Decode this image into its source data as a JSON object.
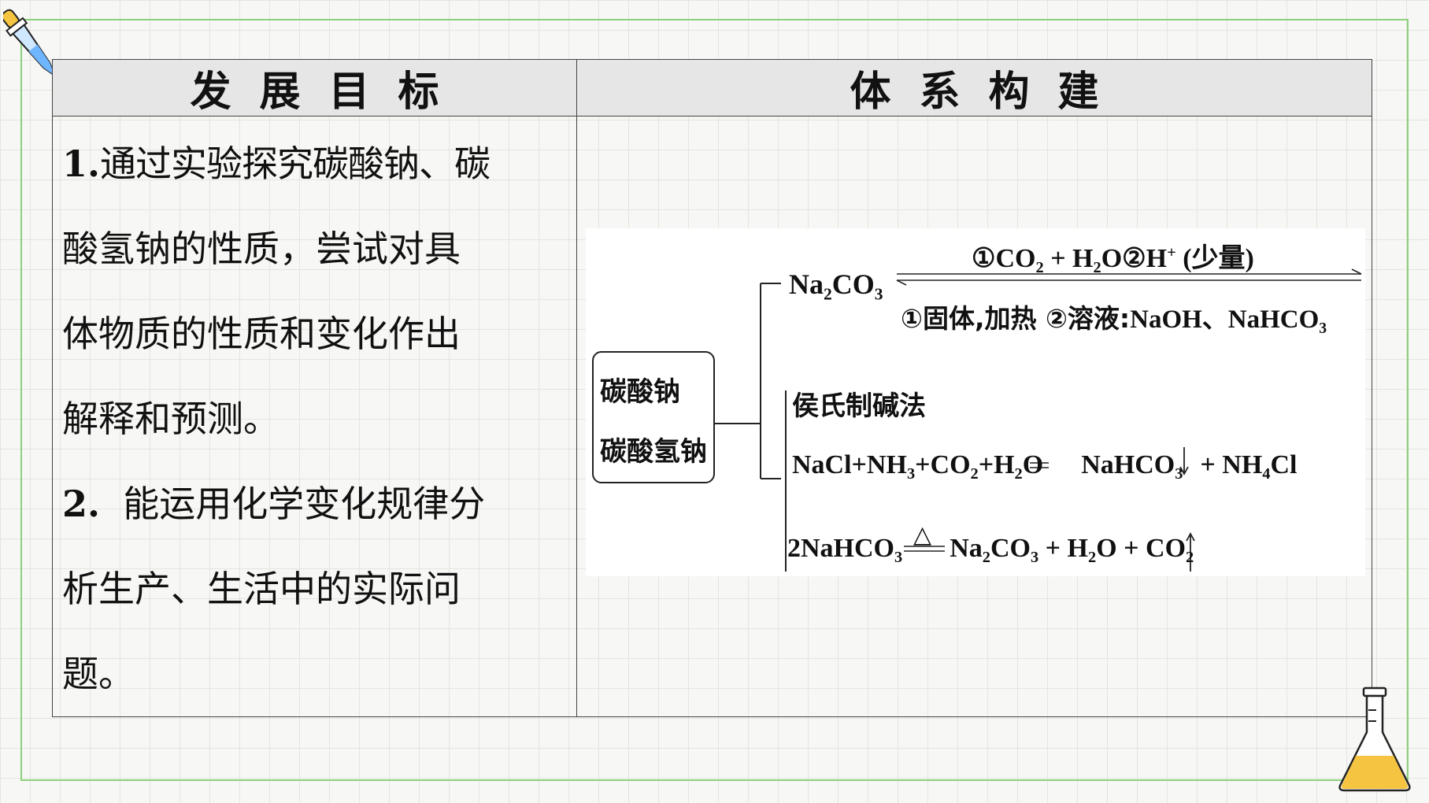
{
  "header": {
    "left_title": "发展目标",
    "right_title": "体系构建"
  },
  "goals": {
    "item1": {
      "num": "1.",
      "lines": [
        "通过实验探究碳酸钠、碳",
        "酸氢钠的性质，尝试对具",
        "体物质的性质和变化作出",
        "解释和预测。"
      ]
    },
    "item2": {
      "num": "2.",
      "lines": [
        "能运用化学变化规律分",
        "析生产、生活中的实际问",
        "题。"
      ]
    }
  },
  "diagram": {
    "box": [
      "碳酸钠",
      "碳酸氢钠"
    ],
    "na2co3": "Na2CO3",
    "upper_condition": "①CO2 + H2O②H+ (少量)",
    "lower_condition_cn": "①固体,加热 ②溶液:",
    "lower_condition_formula": "NaOH、NaHCO3",
    "hou_method": "侯氏制碱法",
    "eq1": "NaCl+NH3+CO2+H2O═NaHCO3↓+NH4Cl",
    "eq2": "2NaHCO3 △ Na2CO3+H2O+CO2↑"
  },
  "colors": {
    "frame": "#8cd17c",
    "header_bg": "#e6e6e6",
    "flask_liquid": "#f5c542"
  },
  "icons": [
    "dropper-icon",
    "flask-icon"
  ]
}
